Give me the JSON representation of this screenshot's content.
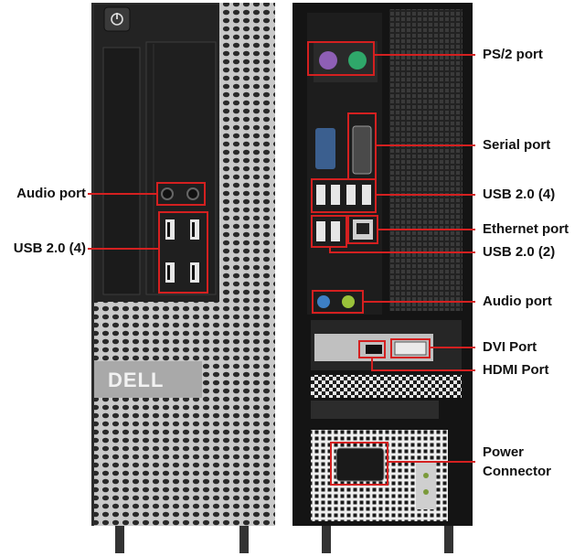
{
  "brand": {
    "logo_text": "DELL"
  },
  "front_labels": {
    "audio": "Audio port",
    "usb": "USB 2.0 (4)"
  },
  "rear_labels": {
    "ps2": "PS/2 port",
    "serial": "Serial port",
    "usb4": "USB 2.0 (4)",
    "ethernet": "Ethernet port",
    "usb2": "USB 2.0 (2)",
    "audio": "Audio port",
    "dvi": "DVI Port",
    "hdmi": "HDMI Port",
    "power_line1": "Power",
    "power_line2": "Connector"
  },
  "colors": {
    "callout": "#d42020",
    "chassis_dark": "#1a1a1a",
    "chassis_grey": "#b8b8b8",
    "ps2_mouse": "#2fa86a",
    "ps2_keyboard": "#8e5fb5",
    "audio_line_in": "#3d7fc4",
    "audio_line_out": "#9ac23a"
  }
}
